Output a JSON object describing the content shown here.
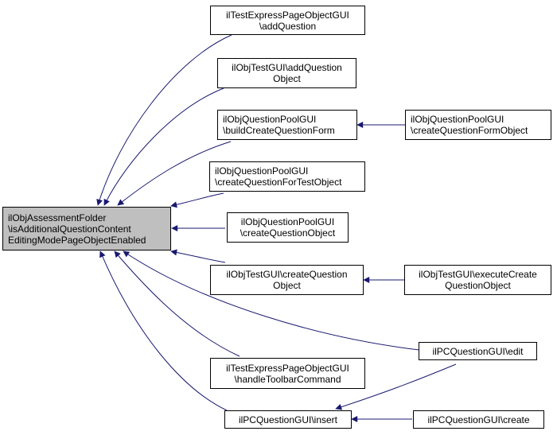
{
  "graph": {
    "edge_color": "#191970",
    "root": {
      "id": "root",
      "lines": [
        "ilObjAssessmentFolder",
        "\\isAdditionalQuestionContent",
        "EditingModePageObjectEnabled"
      ]
    },
    "nodes": [
      {
        "id": "n1",
        "lines": [
          "ilTestExpressPageObjectGUI",
          "\\addQuestion"
        ]
      },
      {
        "id": "n2",
        "lines": [
          "ilObjTestGUI\\addQuestion",
          "Object"
        ]
      },
      {
        "id": "n3",
        "lines": [
          "ilObjQuestionPoolGUI",
          "\\buildCreateQuestionForm"
        ]
      },
      {
        "id": "n4",
        "lines": [
          "ilObjQuestionPoolGUI",
          "\\createQuestionForTestObject"
        ]
      },
      {
        "id": "n5",
        "lines": [
          "ilObjQuestionPoolGUI",
          "\\createQuestionObject"
        ]
      },
      {
        "id": "n6",
        "lines": [
          "ilObjTestGUI\\createQuestion",
          "Object"
        ]
      },
      {
        "id": "n7",
        "lines": [
          "ilTestExpressPageObjectGUI",
          "\\handleToolbarCommand"
        ]
      },
      {
        "id": "n8",
        "lines": [
          "ilPCQuestionGUI\\insert"
        ]
      },
      {
        "id": "n9",
        "lines": [
          "ilObjQuestionPoolGUI",
          "\\createQuestionFormObject"
        ]
      },
      {
        "id": "n10",
        "lines": [
          "ilObjTestGUI\\executeCreate",
          "QuestionObject"
        ]
      },
      {
        "id": "n11",
        "lines": [
          "ilPCQuestionGUI\\edit"
        ]
      },
      {
        "id": "n12",
        "lines": [
          "ilPCQuestionGUI\\create"
        ]
      }
    ],
    "edges": [
      {
        "from": "n1",
        "to": "root"
      },
      {
        "from": "n2",
        "to": "root"
      },
      {
        "from": "n3",
        "to": "root"
      },
      {
        "from": "n4",
        "to": "root"
      },
      {
        "from": "n5",
        "to": "root"
      },
      {
        "from": "n6",
        "to": "root"
      },
      {
        "from": "n7",
        "to": "root"
      },
      {
        "from": "n8",
        "to": "root"
      },
      {
        "from": "n11",
        "to": "root"
      },
      {
        "from": "n9",
        "to": "n3"
      },
      {
        "from": "n10",
        "to": "n6"
      },
      {
        "from": "n11",
        "to": "n8"
      },
      {
        "from": "n12",
        "to": "n8"
      }
    ]
  }
}
